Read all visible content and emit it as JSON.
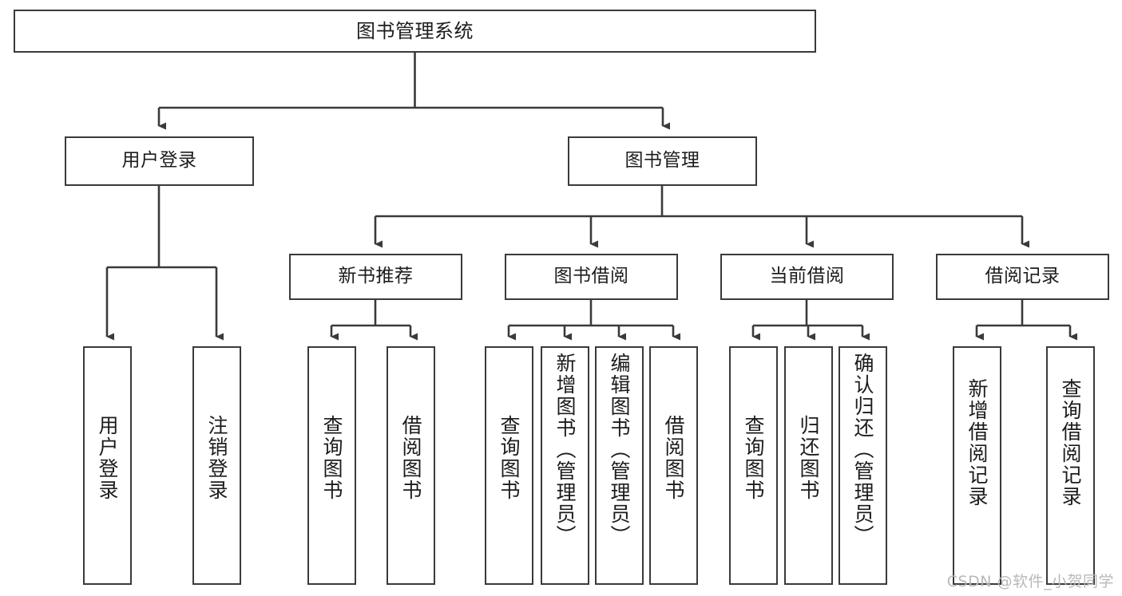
{
  "diagram": {
    "title": "图书管理系统",
    "type": "tree-hierarchy",
    "watermark": "CSDN @软件_小贺同学",
    "colors": {
      "box_border": "#3a3a3a",
      "box_fill": "#ffffff",
      "connector": "#3a3a3a",
      "text": "#1c1c1c",
      "watermark": "#b9b9b9",
      "background": "#ffffff"
    },
    "root": {
      "label": "图书管理系统"
    },
    "level2": [
      {
        "label": "用户登录"
      },
      {
        "label": "图书管理"
      }
    ],
    "level3": [
      {
        "label": "新书推荐"
      },
      {
        "label": "图书借阅"
      },
      {
        "label": "当前借阅"
      },
      {
        "label": "借阅记录"
      }
    ],
    "leaves": {
      "user_login": [
        {
          "label": "用户登录"
        },
        {
          "label": "注销登录"
        }
      ],
      "new_book": [
        {
          "label": "查询图书"
        },
        {
          "label": "借阅图书"
        }
      ],
      "book_borrow": [
        {
          "label": "查询图书"
        },
        {
          "label": "新增图书（管理员）"
        },
        {
          "label": "编辑图书（管理员）"
        },
        {
          "label": "借阅图书"
        }
      ],
      "current_borrow": [
        {
          "label": "查询图书"
        },
        {
          "label": "归还图书"
        },
        {
          "label": "确认归还（管理员）"
        }
      ],
      "borrow_record": [
        {
          "label": "新增借阅记录"
        },
        {
          "label": "查询借阅记录"
        }
      ]
    }
  }
}
